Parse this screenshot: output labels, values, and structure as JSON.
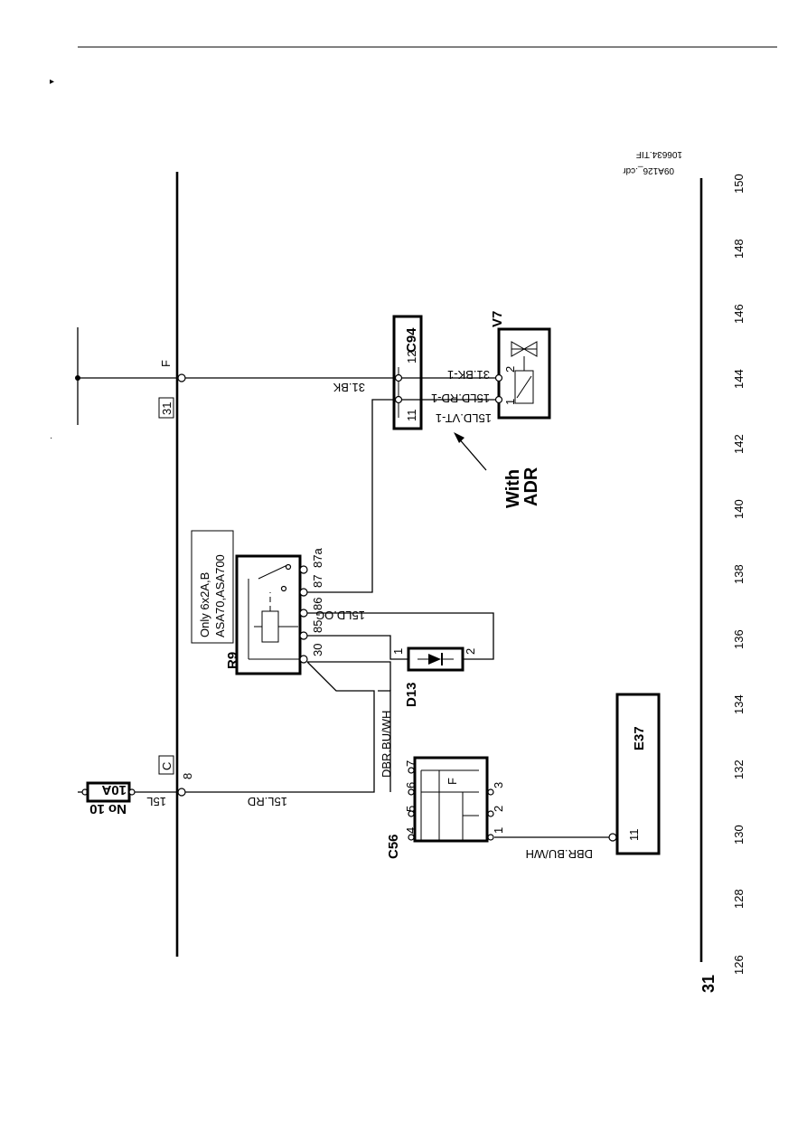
{
  "page": {
    "header_rule": true
  },
  "file_ref": {
    "tif": "106634.TIF",
    "cdr": "09A126_.cdr"
  },
  "scale": {
    "rail_label": "31",
    "ticks": [
      "126",
      "128",
      "130",
      "132",
      "134",
      "136",
      "138",
      "140",
      "142",
      "144",
      "146",
      "148",
      "150"
    ]
  },
  "bus_markers": {
    "c_box": "C",
    "c_pin": "8",
    "rail31_box": "31",
    "f_label": "F"
  },
  "fuse": {
    "name": "No 10",
    "rating": "10A",
    "out_label": "15L"
  },
  "wires": {
    "w_15lrd": "15L.RD",
    "w_dbr_bu_wh_v": "DBR.BU/WH",
    "w_dbr_bu_wh_h": "DBR.BU/WH",
    "w_15ldog": "15LD.OG",
    "w_31bk": "31.BK",
    "w_31bk1": "31.BK-1",
    "w_15ldrd1": "15LD.RD-1",
    "w_15ldvt1": "15LD.VT-1"
  },
  "components": {
    "c56": {
      "name": "C56",
      "pins": [
        "4",
        "5",
        "6",
        "7",
        "1",
        "2",
        "3"
      ],
      "inner": "F"
    },
    "e37": {
      "name": "E37",
      "pin": "11"
    },
    "r9": {
      "name": "R9",
      "pins": [
        "30",
        "85",
        "86",
        "87",
        "87a"
      ],
      "note_line1": "Only 6x2A,B",
      "note_line2": "ASA70,ASA700"
    },
    "d13": {
      "name": "D13",
      "pin1": "1",
      "pin2": "2"
    },
    "c94": {
      "name": "C94",
      "pin_a": "11",
      "pin_b": "12"
    },
    "v7": {
      "name": "V7",
      "pin1": "1",
      "pin2": "2"
    }
  },
  "annotation": {
    "line1": "With",
    "line2": "ADR"
  }
}
